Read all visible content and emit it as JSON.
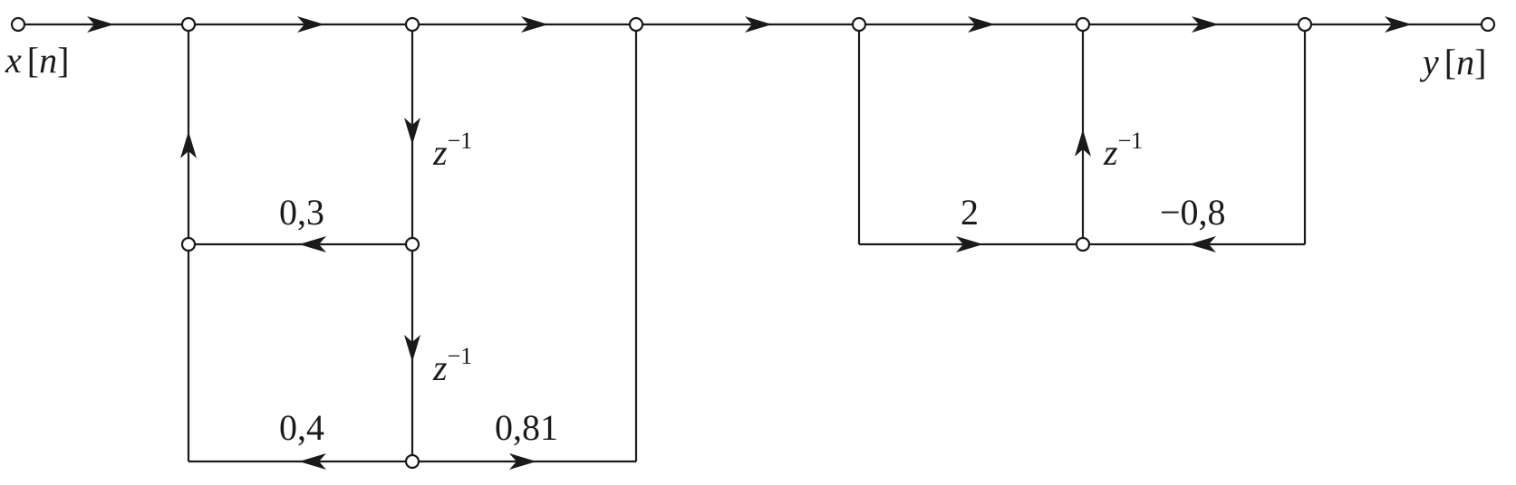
{
  "diagram": {
    "input_label": {
      "var": "x",
      "index": "n"
    },
    "output_label": {
      "var": "y",
      "index": "n"
    },
    "delays": [
      {
        "base": "z",
        "exp": "−1"
      },
      {
        "base": "z",
        "exp": "−1"
      },
      {
        "base": "z",
        "exp": "−1"
      }
    ],
    "gains": [
      "0,3",
      "0,4",
      "0,81",
      "2",
      "−0,8"
    ],
    "colors": {
      "line": "#1a1a1a",
      "node_fill": "#ffffff",
      "background": "#ffffff"
    }
  }
}
